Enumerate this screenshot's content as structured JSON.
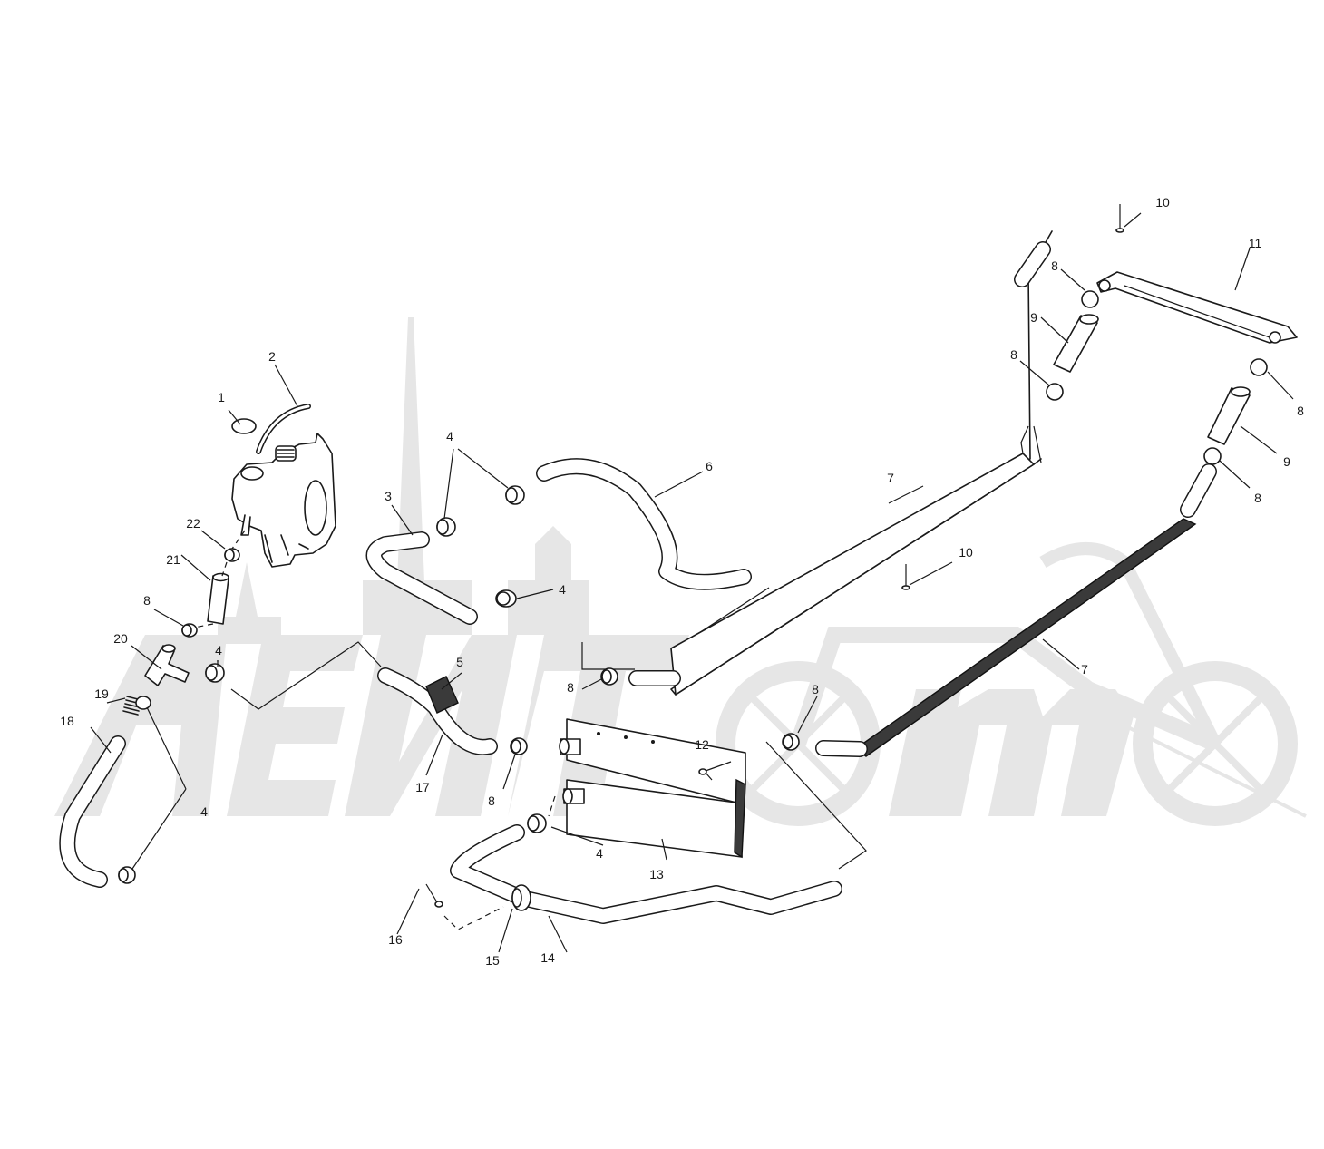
{
  "callouts": [
    {
      "id": "c1",
      "label": "1"
    },
    {
      "id": "c2",
      "label": "2"
    },
    {
      "id": "c3",
      "label": "3"
    },
    {
      "id": "c4a",
      "label": "4"
    },
    {
      "id": "c4b",
      "label": "4"
    },
    {
      "id": "c4c",
      "label": "4"
    },
    {
      "id": "c4d",
      "label": "4"
    },
    {
      "id": "c4e",
      "label": "4"
    },
    {
      "id": "c5",
      "label": "5"
    },
    {
      "id": "c6",
      "label": "6"
    },
    {
      "id": "c7a",
      "label": "7"
    },
    {
      "id": "c7b",
      "label": "7"
    },
    {
      "id": "c8a",
      "label": "8"
    },
    {
      "id": "c8b",
      "label": "8"
    },
    {
      "id": "c8c",
      "label": "8"
    },
    {
      "id": "c8d",
      "label": "8"
    },
    {
      "id": "c8e",
      "label": "8"
    },
    {
      "id": "c8f",
      "label": "8"
    },
    {
      "id": "c8g",
      "label": "8"
    },
    {
      "id": "c8h",
      "label": "8"
    },
    {
      "id": "c9a",
      "label": "9"
    },
    {
      "id": "c9b",
      "label": "9"
    },
    {
      "id": "c10a",
      "label": "10"
    },
    {
      "id": "c10b",
      "label": "10"
    },
    {
      "id": "c11",
      "label": "11"
    },
    {
      "id": "c12",
      "label": "12"
    },
    {
      "id": "c13",
      "label": "13"
    },
    {
      "id": "c14",
      "label": "14"
    },
    {
      "id": "c15",
      "label": "15"
    },
    {
      "id": "c16",
      "label": "16"
    },
    {
      "id": "c17",
      "label": "17"
    },
    {
      "id": "c18",
      "label": "18"
    },
    {
      "id": "c19",
      "label": "19"
    },
    {
      "id": "c20",
      "label": "20"
    },
    {
      "id": "c21",
      "label": "21"
    },
    {
      "id": "c22",
      "label": "22"
    }
  ],
  "colors": {
    "line": "#1a1a1a",
    "watermark": "#e6e6e6",
    "background": "#ffffff"
  }
}
